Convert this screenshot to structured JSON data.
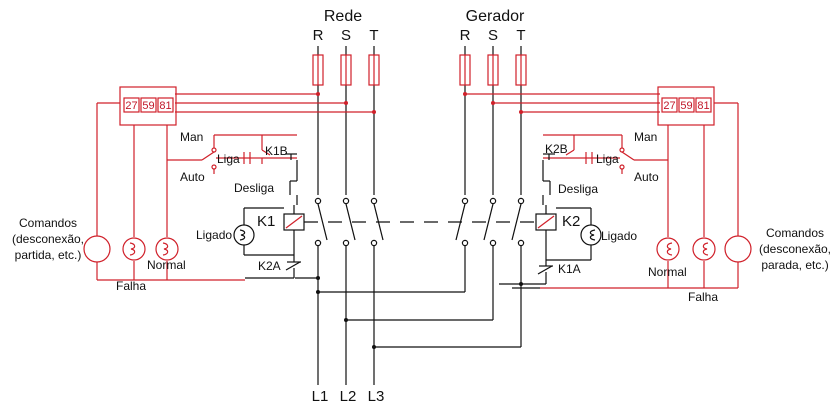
{
  "colors": {
    "control": "#d0202a",
    "power": "#111111"
  },
  "headers": {
    "mains": "Rede",
    "generator": "Gerador"
  },
  "phases": [
    "R",
    "S",
    "T"
  ],
  "outputs": [
    "L1",
    "L2",
    "L3"
  ],
  "relays": [
    "27",
    "59",
    "81"
  ],
  "mode": {
    "manual": "Man",
    "auto": "Auto"
  },
  "buttons": {
    "on": "Liga",
    "off": "Desliga"
  },
  "contactors": {
    "k1": "K1",
    "k2": "K2",
    "k1_aux_b": "K1B",
    "k2_aux_b": "K2B",
    "k1_aux_a": "K1A",
    "k2_aux_a": "K2A"
  },
  "lamps": {
    "on": "Ligado",
    "normal": "Normal",
    "fault": "Falha"
  },
  "commands": {
    "left": [
      "Comandos",
      "(desconexão,",
      "partida, etc.)"
    ],
    "right": [
      "Comandos",
      "(desconexão,",
      "parada, etc.)"
    ]
  }
}
